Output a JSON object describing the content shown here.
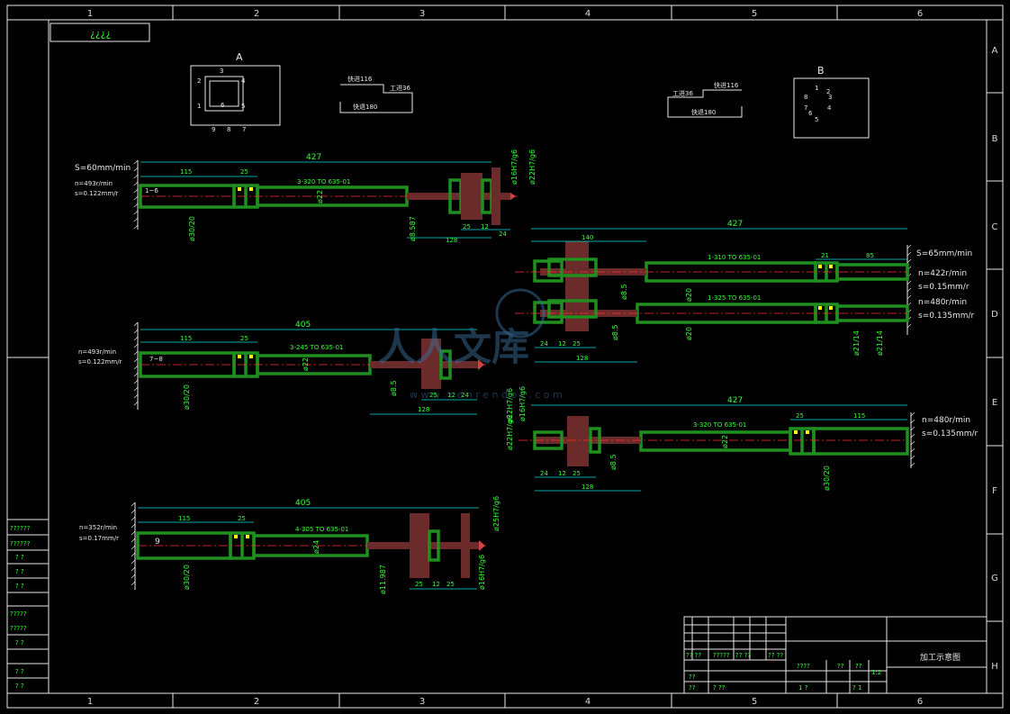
{
  "border": {
    "columns": [
      "1",
      "2",
      "3",
      "4",
      "5",
      "6"
    ],
    "rows": [
      "A",
      "B",
      "C",
      "D",
      "E",
      "F",
      "G",
      "H"
    ]
  },
  "corner_stamp": "¿¿¿¿",
  "detail_a": {
    "label": "A",
    "points": [
      "3",
      "2",
      "4",
      "1",
      "6",
      "5",
      "9",
      "8",
      "7"
    ]
  },
  "detail_b": {
    "label": "B",
    "points": [
      "1",
      "2",
      "3",
      "4",
      "5",
      "6",
      "7",
      "8"
    ]
  },
  "cycle_a": {
    "fast_in": "快进116",
    "work_feed": "工进36",
    "fast_back": "快退180"
  },
  "cycle_b": {
    "fast_in": "快进116",
    "work_feed": "工进36",
    "fast_back": "快退180"
  },
  "boxes": [
    {
      "id": "1",
      "speed_header": "S=60mm/min",
      "n": "n=493r/min",
      "s": "s=0.122mm/r",
      "tool_code": "3-320 TO 635-01",
      "label": "1~6",
      "dims": [
        "427",
        "115",
        "25",
        "128",
        "25",
        "12",
        "24"
      ],
      "dia": [
        "ø30/20",
        "ø22",
        "ø8.587",
        "ø16H7/g6",
        "ø22H7/g6"
      ]
    },
    {
      "id": "2",
      "n": "n=493r/min",
      "s": "s=0.122mm/r",
      "tool_code": "3-245 TO 635-01",
      "label": "7~8",
      "dims": [
        "405",
        "115",
        "25",
        "128",
        "25",
        "12",
        "24"
      ],
      "dia": [
        "ø30/20",
        "ø22",
        "ø8.5",
        "ø22H7/g6"
      ]
    },
    {
      "id": "3",
      "n": "n=352r/min",
      "s": "s=0.17mm/r",
      "tool_code": "4-305 TO 635-01",
      "label": "9",
      "dims": [
        "405",
        "115",
        "25",
        "25",
        "12",
        "25"
      ],
      "dia": [
        "ø30/20",
        "ø24",
        "ø11.987",
        "ø16H7/g6",
        "ø25H7/g6"
      ]
    },
    {
      "id": "4",
      "speed_header": "S=65mm/min",
      "n1": "n=422r/min",
      "s1": "s=0.15mm/r",
      "n2": "n=480r/min",
      "s2": "s=0.135mm/r",
      "tool_code_1": "1-310 TO 635-01",
      "tool_code_2": "1-325 TO 635-01",
      "dims": [
        "427",
        "140",
        "21",
        "85",
        "24",
        "12",
        "25",
        "128"
      ],
      "dia": [
        "ø20",
        "ø20",
        "ø8.5",
        "ø8.5",
        "ø21/14",
        "ø21/14"
      ]
    },
    {
      "id": "5",
      "n": "n=480r/min",
      "s": "s=0.135mm/r",
      "tool_code": "3-320 TO 635-01",
      "dims": [
        "427",
        "25",
        "115",
        "24",
        "12",
        "25",
        "128"
      ],
      "dia": [
        "ø30/20",
        "ø22",
        "ø8.5",
        "ø16H7/g6",
        "ø22H7/g6"
      ]
    }
  ],
  "revision_table": [
    "??????",
    "??????",
    "? ?",
    "? ?",
    "? ?",
    "?????",
    "?????",
    "? ?",
    "? ?",
    "? ?"
  ],
  "title_block": {
    "drawing_title": "加工示意图",
    "sheet_code": "1:2",
    "cells": [
      "?? ??",
      "?????",
      "?? ??",
      "?? ??",
      "????",
      "??",
      "??",
      "??",
      "??",
      "? ??",
      "1 ?",
      "? 1"
    ]
  },
  "watermark": {
    "brand": "人人文库",
    "url": "w w w . r e n r e n d o c . c o m"
  }
}
